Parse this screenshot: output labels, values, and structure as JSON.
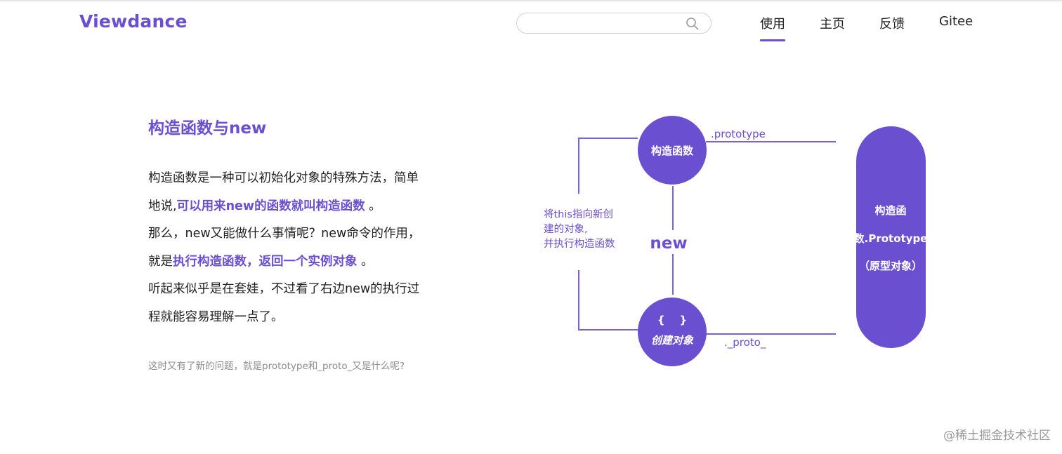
{
  "brand": {
    "logo_text": "Viewdance"
  },
  "search": {
    "value": "",
    "placeholder": ""
  },
  "nav": {
    "items": [
      {
        "label": "使用",
        "active": true
      },
      {
        "label": "主页"
      },
      {
        "label": "反馈"
      },
      {
        "label": "Gitee"
      }
    ]
  },
  "content": {
    "title": "构造函数与new",
    "paragraph": {
      "line1": "构造函数是一种可以初始化对象的特殊方法，简单",
      "line2_a": "地说,",
      "line2_hl": "可以用来new的函数就叫构造函数",
      "line2_b": " 。",
      "line3": "那么，new又能做什么事情呢？new命令的作用，",
      "line4_a": "就是",
      "line4_hl": "执行构造函数，返回一个实例对象",
      "line4_b": " 。",
      "line5": "听起来似乎是在套娃，不过看了右边new的执行过",
      "line6": "程就能容易理解一点了。"
    },
    "note": "这时又有了新的问题，就是prototype和_proto_又是什么呢?"
  },
  "diagram": {
    "constructor_label": "构造函数",
    "prototype_link": ".prototype",
    "new_label": "new",
    "this_note_1": "将this指向新创",
    "this_note_2": "建的对象,",
    "this_note_3": "并执行构造函数",
    "object_braces": "{    }",
    "object_label": "创建对象",
    "proto_link": "._proto_",
    "prototype_box_1": "构造函",
    "prototype_box_2": "数.Prototype",
    "prototype_box_3": "（原型对象）"
  },
  "watermark": "@稀土掘金技术社区",
  "colors": {
    "accent": "#6a4fd0",
    "text": "#1f1f1f",
    "muted": "#8c8c8c"
  }
}
